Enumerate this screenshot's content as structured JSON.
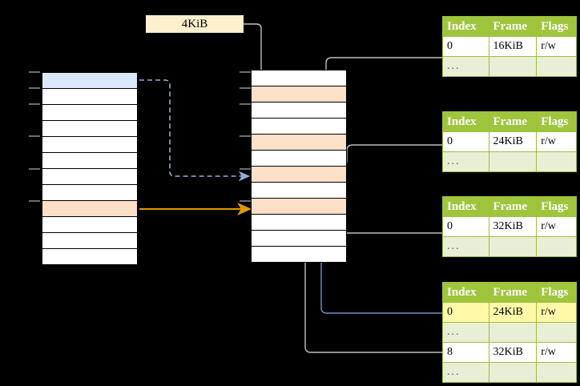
{
  "diagram": {
    "title_chip": {
      "label": "4KiB",
      "bg": "#fdf0cd"
    },
    "colors": {
      "header_green": "#9fc53d",
      "row_dim": "#e9eed6",
      "highlight_yellow": "#fff9a8",
      "cell_orange": "#fde0c8",
      "cell_blue": "#dbe8fb",
      "arrow_orange": "#e09b00",
      "arrow_blue": "#6f93cc",
      "wire_gray": "#b3b3b3"
    },
    "left_column": {
      "name": "virtual-address-space",
      "rows": [
        {
          "fill": "blue"
        },
        {
          "fill": "white"
        },
        {
          "fill": "white"
        },
        {
          "fill": "white"
        },
        {
          "fill": "white"
        },
        {
          "fill": "white"
        },
        {
          "fill": "white"
        },
        {
          "fill": "white"
        },
        {
          "fill": "orange"
        },
        {
          "fill": "white"
        },
        {
          "fill": "white"
        },
        {
          "fill": "white"
        }
      ]
    },
    "middle_column": {
      "name": "physical-memory",
      "rows": [
        {
          "fill": "white"
        },
        {
          "fill": "orange"
        },
        {
          "fill": "white"
        },
        {
          "fill": "white"
        },
        {
          "fill": "orange"
        },
        {
          "fill": "white"
        },
        {
          "fill": "orange"
        },
        {
          "fill": "white"
        },
        {
          "fill": "orange"
        },
        {
          "fill": "white"
        },
        {
          "fill": "white"
        },
        {
          "fill": "white"
        }
      ]
    },
    "tables": [
      {
        "name": "page-table-level-1",
        "headers": [
          "Index",
          "Frame",
          "Flags"
        ],
        "rows": [
          {
            "cells": [
              "0",
              "16KiB",
              "r/w"
            ],
            "dim": false,
            "highlight": []
          },
          {
            "cells": [
              "...",
              "",
              ""
            ],
            "dim": true,
            "highlight": []
          }
        ]
      },
      {
        "name": "page-table-level-2",
        "headers": [
          "Index",
          "Frame",
          "Flags"
        ],
        "rows": [
          {
            "cells": [
              "0",
              "24KiB",
              "r/w"
            ],
            "dim": false,
            "highlight": []
          },
          {
            "cells": [
              "...",
              "",
              ""
            ],
            "dim": true,
            "highlight": []
          }
        ]
      },
      {
        "name": "page-table-level-3",
        "headers": [
          "Index",
          "Frame",
          "Flags"
        ],
        "rows": [
          {
            "cells": [
              "0",
              "32KiB",
              "r/w"
            ],
            "dim": false,
            "highlight": []
          },
          {
            "cells": [
              "...",
              "",
              ""
            ],
            "dim": true,
            "highlight": []
          }
        ]
      },
      {
        "name": "page-table-level-4",
        "headers": [
          "Index",
          "Frame",
          "Flags"
        ],
        "rows": [
          {
            "cells": [
              "0",
              "24KiB",
              "r/w"
            ],
            "dim": false,
            "highlight": [
              0,
              1,
              2
            ]
          },
          {
            "cells": [
              "...",
              "",
              ""
            ],
            "dim": true,
            "highlight": []
          },
          {
            "cells": [
              "8",
              "32KiB",
              "r/w"
            ],
            "dim": false,
            "highlight": []
          },
          {
            "cells": [
              "...",
              "",
              ""
            ],
            "dim": true,
            "highlight": []
          }
        ]
      }
    ]
  }
}
